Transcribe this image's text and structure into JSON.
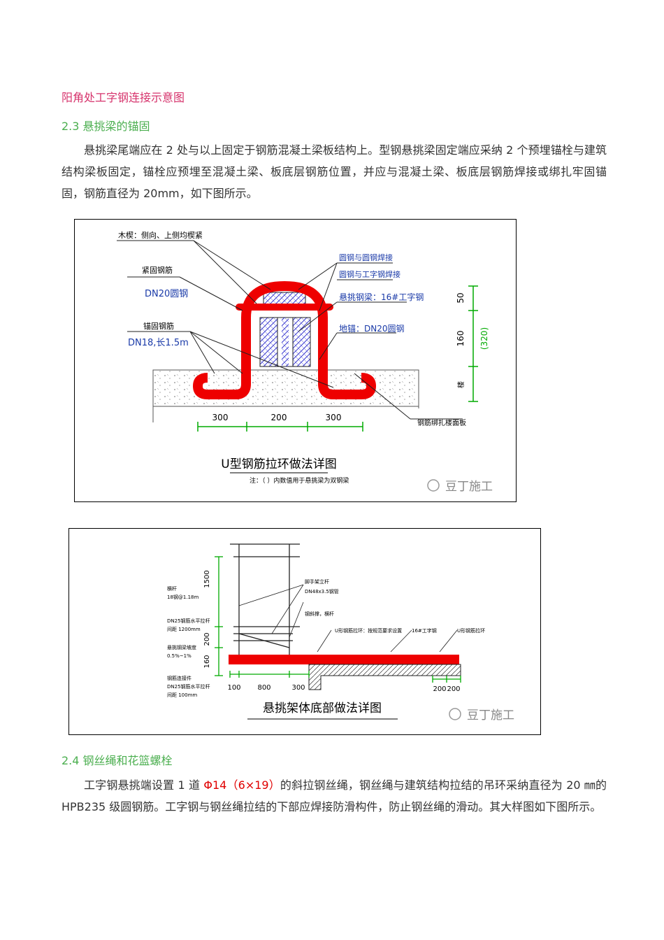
{
  "caption": "阳角处工字钢连接示意图",
  "section_23": {
    "title": "2.3 悬挑梁的锚固"
  },
  "para1": "悬挑梁尾端应在 2 处与以上固定于钢筋混凝土梁板结构上。型钢悬挑梁固定端应采纳 2 个预埋锚栓与建筑结构梁板固定，锚栓应预埋至混凝土梁、板底层钢筋位置，并应与混凝土梁、板底层钢筋焊接或绑扎牢固锚固，钢筋直径为 20mm，如下图所示。",
  "fig1": {
    "label_top": "木楔：侧向、上侧均楔紧",
    "label_fix1": "紧固钢筋",
    "label_fix2": "DN20圆钢",
    "label_weld1": "圆钢与圆钢焊接",
    "label_weld2": "圆钢与工字钢焊接",
    "label_beam": "悬挑钢梁：16#工字钢",
    "label_anchor": "地锚：DN20圆钢",
    "label_anchor2": "锚固钢筋",
    "label_anchor3": "DN18,长1.5m",
    "label_bind": "钢筋绑扎楼面板",
    "dims": [
      "300",
      "200",
      "300"
    ],
    "vdims": [
      "50",
      "160",
      "(320)",
      "楼"
    ],
    "title": "U型钢筋拉环做法详图",
    "note": "注：（ ）内数值用于悬挑梁为双钢梁",
    "watermark": "豆丁施工"
  },
  "fig2": {
    "vdims": [
      "1500",
      "200",
      "160"
    ],
    "left_labels": [
      "横杆",
      "18钢@1.18m",
      "DN25钢筋水平拉杆",
      "间距 1200mm",
      "悬挑钢梁坡度",
      "0.5%~1%",
      "钢筋连接件",
      "DN25钢筋水平拉杆",
      "间距 100mm"
    ],
    "right_labels": [
      "脚手架立杆",
      "DN48x3.5钢管",
      "钢斜撑，横杆",
      "U形钢筋拉环：按规范要求设置",
      "16#工字钢",
      "U形钢筋拉环"
    ],
    "hdims": [
      "100",
      "800",
      "300",
      "200",
      "200"
    ],
    "title": "悬挑架体底部做法详图",
    "watermark": "豆丁施工"
  },
  "section_24": {
    "title": "2.4 钢丝绳和花篮螺栓"
  },
  "para2_a": "工字钢悬挑端设置 1 道 ",
  "para2_red": "Φ14（6×19）",
  "para2_b": "的斜拉钢丝绳，钢丝绳与建筑结构拉结的吊环采纳直径为 20 ㎜的 HPB235 级圆钢筋。工字钢与钢丝绳拉结的下部应焊接防滑构件，防止钢丝绳的滑动。其大样图如下图所示。"
}
